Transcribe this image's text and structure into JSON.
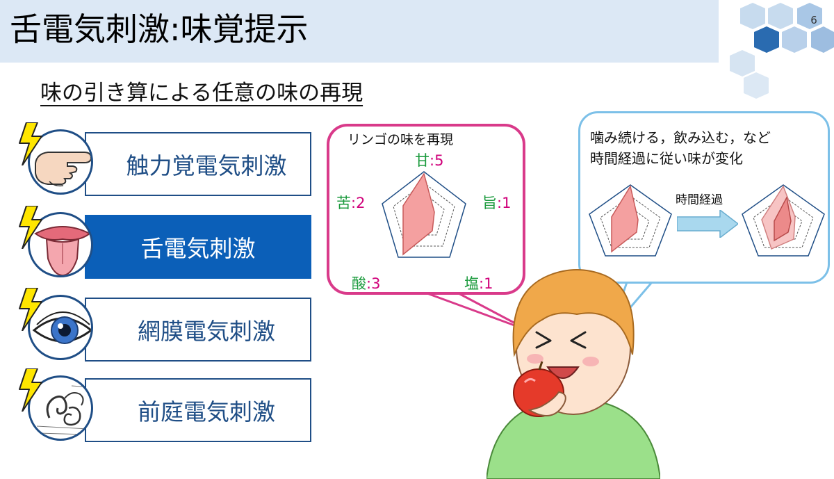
{
  "slide": {
    "title": "舌電気刺激:味覚提示",
    "page_number": "6",
    "subtitle": "味の引き算による任意の味の再現"
  },
  "methods": [
    {
      "label": "触力覚電気刺激",
      "icon": "pointing-hand-icon",
      "active": false
    },
    {
      "label": "舌電気刺激",
      "icon": "tongue-icon",
      "active": true
    },
    {
      "label": "網膜電気刺激",
      "icon": "eye-icon",
      "active": false
    },
    {
      "label": "前庭電気刺激",
      "icon": "inner-ear-icon",
      "active": false
    }
  ],
  "apple_bubble": {
    "title": "リンゴの味を再現",
    "tastes": [
      {
        "name": "甘",
        "value": "5"
      },
      {
        "name": "旨",
        "value": "1"
      },
      {
        "name": "塩",
        "value": "1"
      },
      {
        "name": "酸",
        "value": "3"
      },
      {
        "name": "苦",
        "value": "2"
      }
    ]
  },
  "time_bubble": {
    "line1": "噛み続ける，飲み込む，など",
    "line2": "時間経過に従い味が変化",
    "arrow_label": "時間経過"
  },
  "colors": {
    "title_bar": "#dce8f5",
    "method_border": "#1f4e86",
    "method_active": "#0b5fb8",
    "taste_name": "#1a9a3c",
    "taste_value": "#d0007a",
    "radar_fill": "#f4a0a0",
    "apple_bubble_border": "#d93a8a",
    "time_bubble_border": "#7cc0e8",
    "lightning": "#ffe600"
  }
}
